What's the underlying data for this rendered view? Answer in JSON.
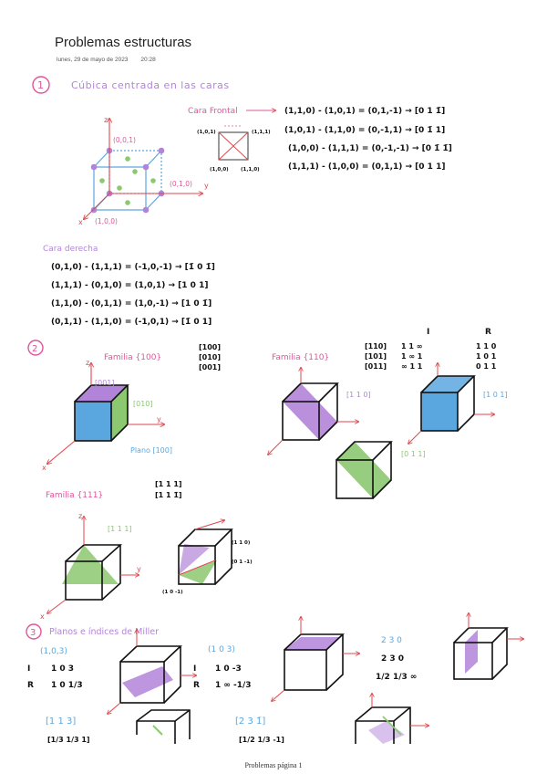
{
  "header": {
    "title": "Problemas estructuras",
    "date": "lunes, 29 de mayo de 2023",
    "time": "20:28"
  },
  "section1": {
    "number": "1",
    "heading": "Cúbica centrada en las caras",
    "cube_labels": {
      "z": "z",
      "y": "y",
      "x": "x",
      "p001": "(0,0,1)",
      "p010": "(0,1,0)",
      "p100": "(1,0,0)"
    },
    "frontal_label": "Cara Frontal",
    "frontal_mini": {
      "tl": "(1,0,1)",
      "tr": "(1,1,1)",
      "bl": "(1,0,0)",
      "br": "(1,1,0)"
    },
    "frontal_lines": [
      "(1,1,0) - (1,0,1) = (0,1,-1) → [0 1 1̄]",
      "(1,0,1) - (1,1,0) = (0,-1,1) → [0 1̄ 1]",
      "(1,0,0) - (1,1,1) = (0,-1,-1) → [0 1̄ 1̄]",
      "(1,1,1) - (1,0,0) = (0,1,1) → [0 1 1]"
    ],
    "right_label": "Cara derecha",
    "right_lines": [
      "(0,1,0) - (1,1,1) = (-1,0,-1) → [1̄ 0 1̄]",
      "(1,1,1) - (0,1,0) = (1,0,1) → [1 0 1]",
      "(1,1,0) - (0,1,1) = (1,0,-1) → [1 0 1̄]",
      "(0,1,1) - (1,1,0) = (-1,0,1) → [1̄ 0 1]"
    ]
  },
  "section2": {
    "number": "2",
    "fam100_label": "Familia {100}",
    "fam100_dirs": [
      "[100]",
      "[010]",
      "[001]"
    ],
    "cube100_labels": {
      "top": "[001]",
      "side": "[010]",
      "front": "Plano [100]",
      "z": "z",
      "y": "y",
      "x": "x"
    },
    "fam110_label": "Familia {110}",
    "fam110_rows": [
      {
        "dir": "[110]",
        "I": "1 1 ∞",
        "R": "1 1 0"
      },
      {
        "dir": "[101]",
        "I": "1 ∞ 1",
        "R": "1 0 1"
      },
      {
        "dir": "[011]",
        "I": "∞ 1 1",
        "R": "0 1 1"
      }
    ],
    "col_I": "I",
    "col_R": "R",
    "cube110_labels": [
      "[1 1 0]",
      "[1 0 1]",
      "[0 1 1]"
    ],
    "fam111_label": "Familia {111}",
    "fam111_dirs": [
      "[1 1 1]",
      "[1 1 1̄]"
    ],
    "cube111_labels": {
      "tag": "[1 1 1]",
      "z": "z",
      "y": "y",
      "x": "x",
      "a": "(1 1 0)",
      "b": "(0 1 -1)",
      "c": "(1 0 -1)"
    }
  },
  "section3": {
    "number": "3",
    "heading": "Planos e índices de Miller",
    "ex1": {
      "point": "(1,0,3)",
      "I_label": "I",
      "I": "1 0 3",
      "R_label": "R",
      "R": "1 0 1/3"
    },
    "ex2": {
      "point": "(1 0 3)",
      "I_label": "I",
      "I": "1 0 -3",
      "R_label": "R",
      "R": "1 ∞ -1/3"
    },
    "ex3": {
      "top": "2 3 0",
      "I": "2 3 0",
      "R": "1/2 1/3 ∞"
    },
    "ex4": {
      "dir": "[1 1 3]",
      "partial": "[1/3 1/3 1]"
    },
    "ex5": {
      "dir": "[2 3 1̄]",
      "partial": "[1/2 1/3 -1]"
    }
  },
  "footer": {
    "text": "Problemas página 1"
  },
  "colors": {
    "pink": "#e0559a",
    "purple": "#b284d9",
    "blue": "#5aa7e0",
    "green": "#8cc870",
    "red": "#e0474c",
    "dark": "#111111"
  }
}
